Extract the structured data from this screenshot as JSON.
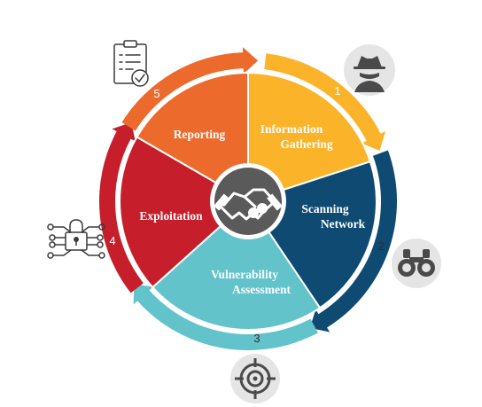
{
  "diagram": {
    "center_icon": "handshake-icon",
    "segments": [
      {
        "id": "information-gathering",
        "step": "1",
        "lines": [
          "Information",
          "Gathering"
        ],
        "color": "#FBB42A",
        "ring_color": "#FBB42A",
        "icon": "spy-icon"
      },
      {
        "id": "scanning-network",
        "step": "2",
        "lines": [
          "Scanning",
          "Network"
        ],
        "color": "#0E4A72",
        "ring_color": "#0E4A72",
        "icon": "binoculars-icon"
      },
      {
        "id": "vulnerability-assessment",
        "step": "3",
        "lines": [
          "Vulnerability",
          "Assessment"
        ],
        "color": "#62C3CA",
        "ring_color": "#62C3CA",
        "icon": "target-icon"
      },
      {
        "id": "exploitation",
        "step": "4",
        "lines": [
          "Exploitation"
        ],
        "color": "#C61E2A",
        "ring_color": "#C61E2A",
        "icon": "padlock-network-icon"
      },
      {
        "id": "reporting",
        "step": "5",
        "lines": [
          "Reporting"
        ],
        "color": "#EC6A2C",
        "ring_color": "#EC6A2C",
        "icon": "clipboard-check-icon"
      }
    ]
  }
}
